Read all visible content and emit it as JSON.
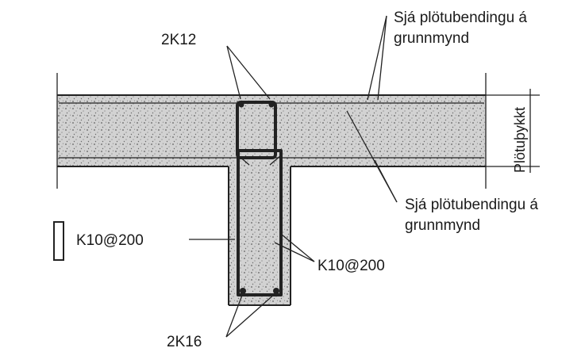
{
  "labels": {
    "top_bars": "2K12",
    "slab_ref_top_line1": "Sjá plötubendingu á",
    "slab_ref_top_line2": "grunnmynd",
    "slab_thickness": "Plötuþykkt",
    "slab_ref_mid_line1": "Sjá plötubendingu á",
    "slab_ref_mid_line2": "grunnmynd",
    "legend_stirrup": "K10@200",
    "beam_stirrup": "K10@200",
    "bottom_bars": "2K16"
  },
  "colors": {
    "ink": "#222222",
    "concrete": "#cfcfcf"
  }
}
